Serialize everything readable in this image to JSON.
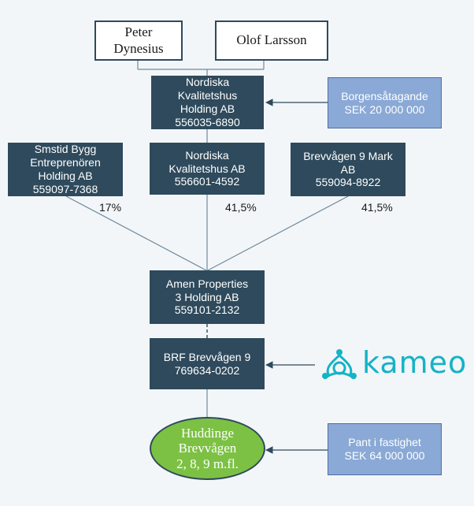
{
  "owners": {
    "peter": [
      "Peter",
      "Dynesius"
    ],
    "olof": [
      "Olof Larsson"
    ]
  },
  "entities": {
    "nkh": [
      "Nordiska",
      "Kvalitetshus",
      "Holding AB",
      "556035-6890"
    ],
    "smstid": [
      "Smstid Bygg",
      "Entreprenören",
      "Holding AB",
      "559097-7368"
    ],
    "nk": [
      "Nordiska",
      "Kvalitetshus AB",
      "556601-4592"
    ],
    "brev9mark": [
      "Brevvågen 9 Mark",
      "AB",
      "559094-8922"
    ],
    "amen": [
      "Amen Properties",
      "3 Holding AB",
      "559101-2132"
    ],
    "brf": [
      "BRF Brevvågen 9",
      "769634-0202"
    ]
  },
  "guarantee": [
    "Borgensåtagande",
    "SEK 20 000 000"
  ],
  "pledge": [
    "Pant i fastighet",
    "SEK 64 000 000"
  ],
  "property": [
    "Huddinge",
    "Brevvågen",
    "2, 8, 9 m.fl."
  ],
  "ownership": {
    "smstid": "17%",
    "nk": "41,5%",
    "brev9mark": "41,5%"
  },
  "lender_logo": {
    "text": "kameo",
    "icon": "kameo-knot-icon",
    "color": "#14b3c6"
  },
  "colors": {
    "dark_box": "#2e4a5c",
    "blue_box": "#8aa9d6",
    "property_green": "#7cc144",
    "lines": "#6f8a9a"
  }
}
